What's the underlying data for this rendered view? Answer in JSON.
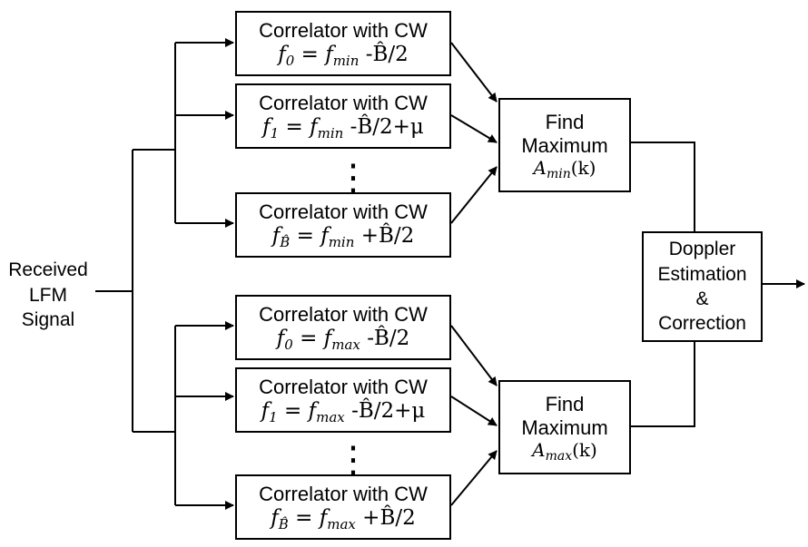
{
  "input_label": [
    "Received",
    "LFM",
    "Signal"
  ],
  "correlator_title": "Correlator with CW",
  "upper_group": {
    "correlators": [
      {
        "f_sub": "0",
        "rhs_sub": "min",
        "tail": "-B̂/2"
      },
      {
        "f_sub": "1",
        "rhs_sub": "min",
        "tail": "-B̂/2+μ"
      },
      {
        "f_sub": "B̂",
        "rhs_sub": "min",
        "tail": "+B̂/2"
      }
    ],
    "find_max": {
      "line1": "Find",
      "line2": "Maximum",
      "A_sub": "min",
      "arg": "(k)"
    }
  },
  "lower_group": {
    "correlators": [
      {
        "f_sub": "0",
        "rhs_sub": "max",
        "tail": "-B̂/2"
      },
      {
        "f_sub": "1",
        "rhs_sub": "max",
        "tail": "-B̂/2+μ"
      },
      {
        "f_sub": "B̂",
        "rhs_sub": "max",
        "tail": "+B̂/2"
      }
    ],
    "find_max": {
      "line1": "Find",
      "line2": "Maximum",
      "A_sub": "max",
      "arg": "(k)"
    }
  },
  "doppler_block": [
    "Doppler",
    "Estimation",
    "&",
    "Correction"
  ],
  "ellipsis": "⋮"
}
